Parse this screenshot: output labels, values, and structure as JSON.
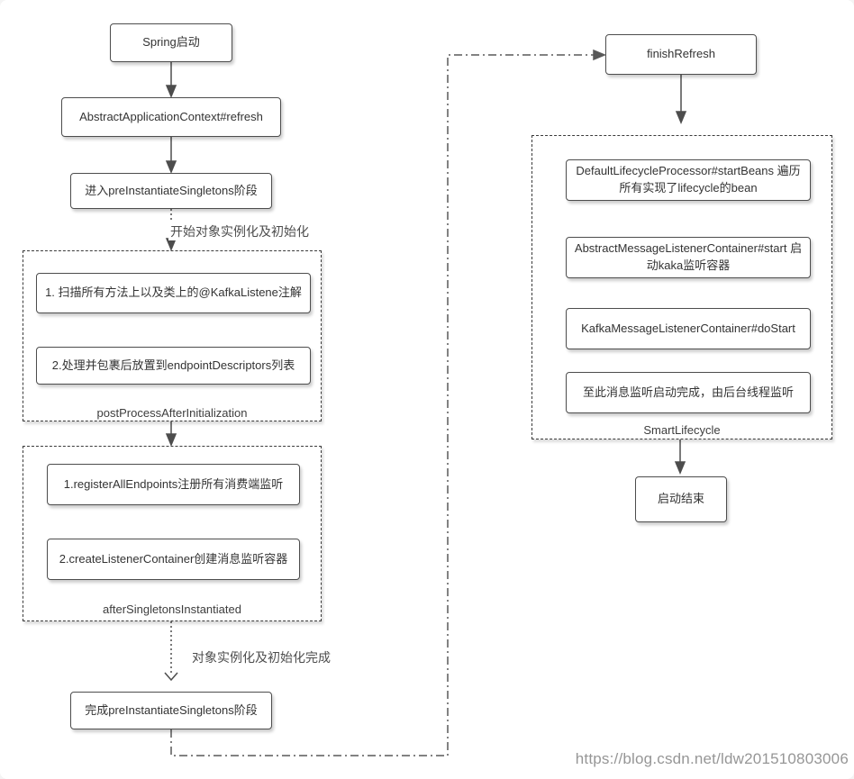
{
  "diagram_title": "Spring Kafka listener startup flow",
  "colors": {
    "background": "#ffffff",
    "box_fill": "#ffffff",
    "box_border": "#4d4d4d",
    "box_text": "#333333",
    "group_border": "#3b3b3b",
    "edge_solid": "#4d4d4d",
    "edge_dashdot": "#595959",
    "watermark_text": "#969696"
  },
  "nodes": {
    "spring_start": "Spring启动",
    "abstract_refresh": "AbstractApplicationContext#refresh",
    "enter_preinstantiate": "进入preInstantiateSingletons阶段",
    "complete_preinstantiate": "完成preInstantiateSingletons阶段",
    "finish_refresh": "finishRefresh",
    "start_end": "启动结束"
  },
  "groups": {
    "post_process": {
      "label": "postProcessAfterInitialization",
      "steps": [
        "1. 扫描所有方法上以及类上的@KafkaListene注解",
        "2.处理并包裹后放置到endpointDescriptors列表"
      ]
    },
    "after_singletons": {
      "label": "afterSingletonsInstantiated",
      "steps": [
        "1.registerAllEndpoints注册所有消费端监听",
        "2.createListenerContainer创建消息监听容器"
      ]
    },
    "smart_lifecycle": {
      "label": "SmartLifecycle",
      "steps": [
        "DefaultLifecycleProcessor#startBeans 遍历所有实现了lifecycle的bean",
        "AbstractMessageListenerContainer#start 启动kaka监听容器",
        "KafkaMessageListenerContainer#doStart",
        "至此消息监听启动完成，由后台线程监听"
      ]
    }
  },
  "edge_labels": {
    "start_init": "开始对象实例化及初始化",
    "init_done": "对象实例化及初始化完成"
  },
  "watermark": "https://blog.csdn.net/ldw201510803006"
}
